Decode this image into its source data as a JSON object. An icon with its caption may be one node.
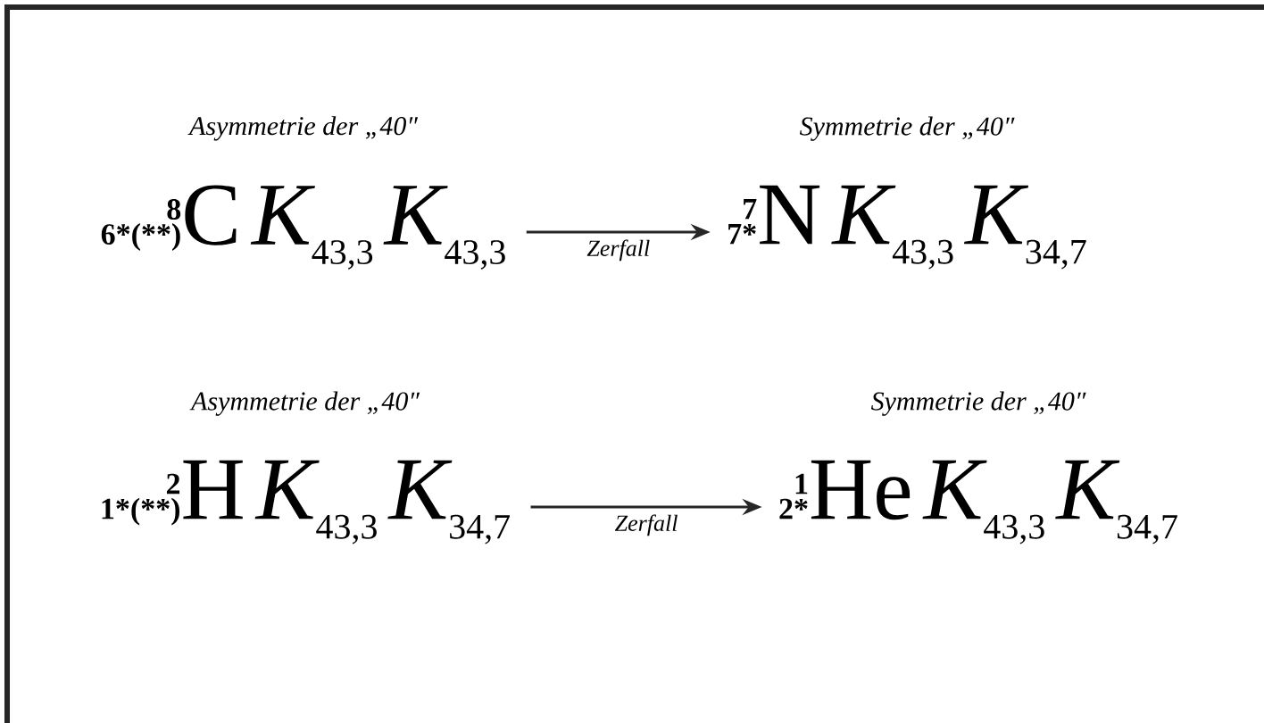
{
  "diagram": {
    "nodes": [
      {
        "text": [
          "Asymmetrie der „40″",
          "8",
          "6*(**)",
          "C",
          "K$_{43,3}$",
          "K$_{43,3}$"
        ]
      },
      {
        "text": [
          "Symmetrie der „40″",
          "7",
          "7*",
          "N",
          "K$_{43,3}$",
          "K$_{34,7}$"
        ]
      },
      {
        "text": [
          "Asymmetrie der „40″",
          "2",
          "1*(**)",
          "H",
          "K$_{43,3}$",
          "K$_{34,7}$"
        ]
      },
      {
        "text": [
          "Symmetrie der „40″",
          "1",
          "2*",
          "He",
          "K$_{43,3}$",
          "K$_{34,7}$"
        ]
      }
    ],
    "edges": [
      {
        "from": 0,
        "to": 1,
        "arrow": "to",
        "label": "Zerfall"
      },
      {
        "from": 2,
        "to": 3,
        "arrow": "to",
        "label": "Zerfall"
      }
    ]
  }
}
